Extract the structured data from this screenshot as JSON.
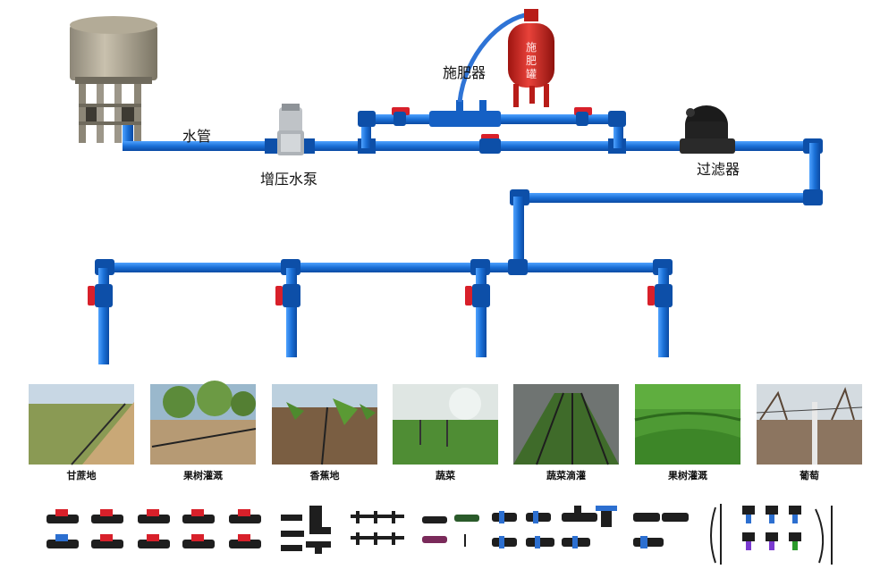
{
  "diagram": {
    "labels": {
      "water_pipe": "水管",
      "booster_pump": "增压水泵",
      "fertilizer_applicator": "施肥器",
      "filter": "过滤器",
      "tank_text": [
        "施",
        "肥",
        "罐"
      ]
    },
    "photos": [
      {
        "caption": "甘蔗地"
      },
      {
        "caption": "果树灌溉"
      },
      {
        "caption": "香蕉地"
      },
      {
        "caption": "蔬菜"
      },
      {
        "caption": "蔬菜滴灌"
      },
      {
        "caption": "果树灌溉"
      },
      {
        "caption": "葡萄"
      }
    ],
    "colors": {
      "pipe": "#1a6fd6",
      "pipe_dark": "#0d4fa8",
      "valve": "#d8202a",
      "tank": "#d42a26"
    }
  }
}
